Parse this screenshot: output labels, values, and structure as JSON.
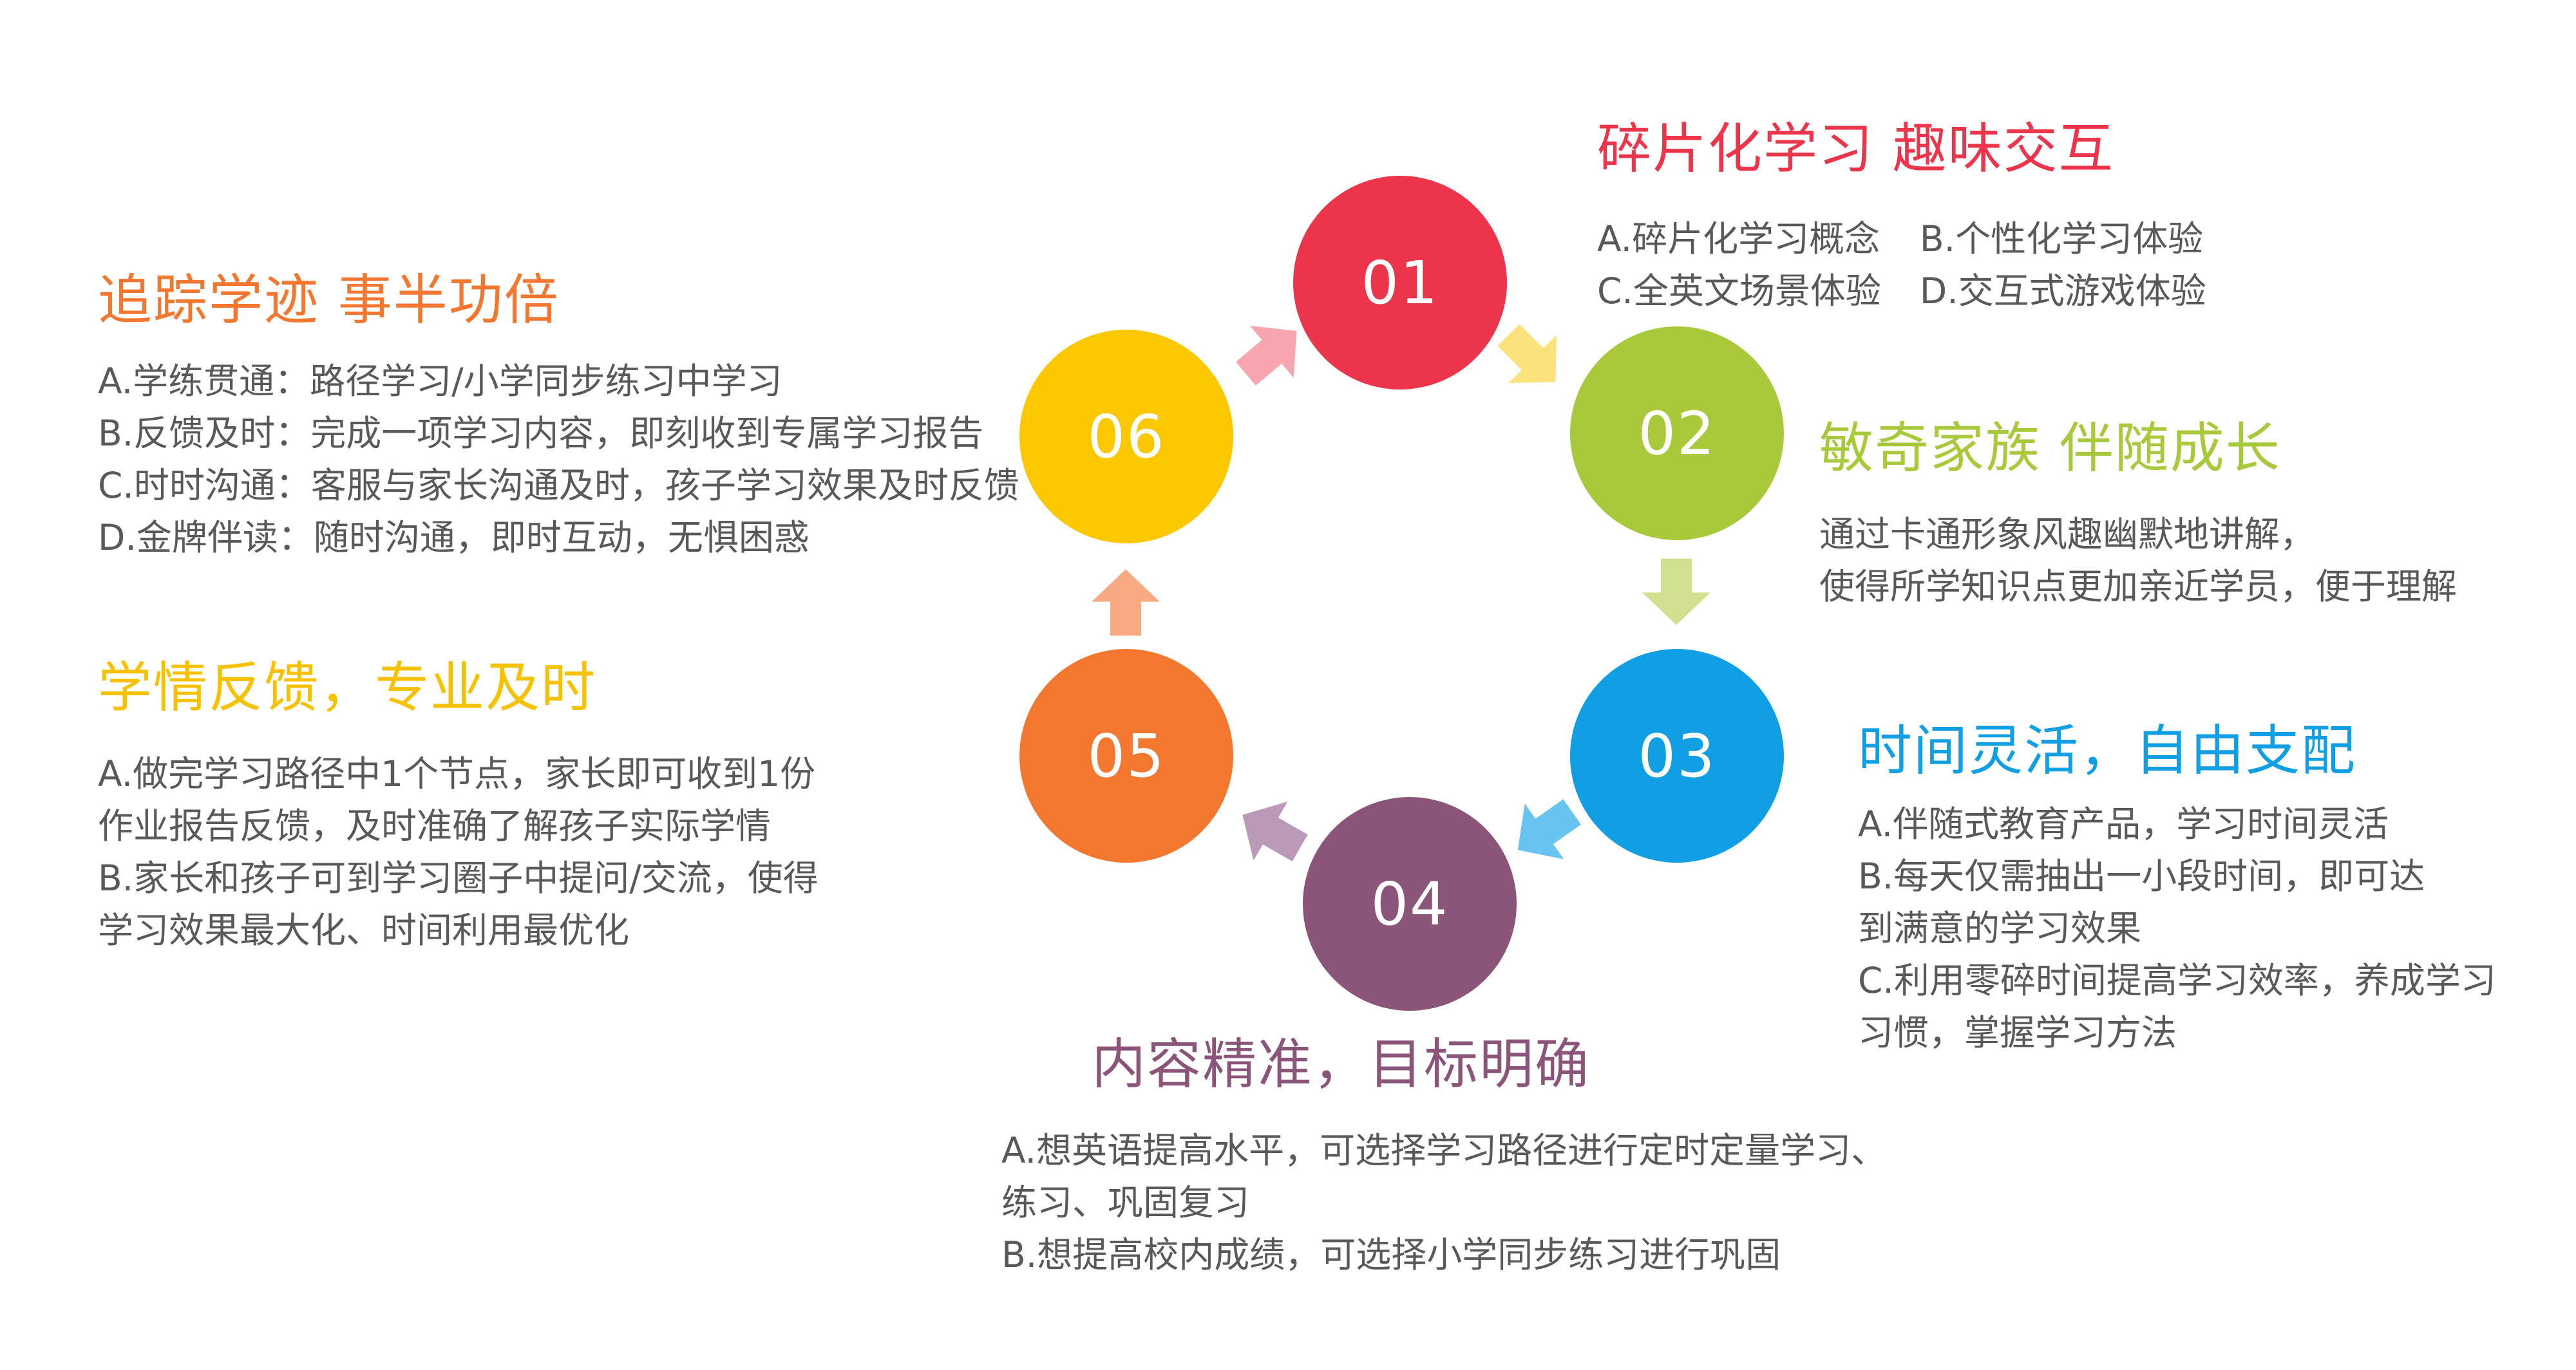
{
  "steps": [
    {
      "number": "01",
      "title": "碎片化学习 趣味交互",
      "color": "#ec344a",
      "items": [
        "A.碎片化学习概念",
        "B.个性化学习体验",
        "C.全英文场景体验",
        "D.交互式游戏体验"
      ]
    },
    {
      "number": "02",
      "title": "敏奇家族 伴随成长",
      "color": "#a8c93a",
      "items": [
        "通过卡通形象风趣幽默地讲解，",
        "使得所学知识点更加亲近学员，便于理解"
      ]
    },
    {
      "number": "03",
      "title": "时间灵活，自由支配",
      "color": "#109ee5",
      "items": [
        "A.伴随式教育产品，学习时间灵活",
        "B.每天仅需抽出一小段时间，即可达",
        "到满意的学习效果",
        "C.利用零碎时间提高学习效率，养成学习",
        "习惯，掌握学习方法"
      ]
    },
    {
      "number": "04",
      "title": "内容精准，目标明确",
      "color": "#8a5579",
      "items": [
        "A.想英语提高水平，可选择学习路径进行定时定量学习、",
        "练习、巩固复习",
        "B.想提高校内成绩，可选择小学同步练习进行巩固"
      ]
    },
    {
      "number": "05",
      "title": "学情反馈，专业及时",
      "color": "#f47730",
      "title_color": "#f7c100",
      "items": [
        "A.做完学习路径中1个节点，家长即可收到1份",
        "作业报告反馈，及时准确了解孩子实际学情",
        "B.家长和孩子可到学习圈子中提问/交流，使得",
        "学习效果最大化、时间利用最优化"
      ]
    },
    {
      "number": "06",
      "title": "追踪学迹 事半功倍",
      "color": "#fbc800",
      "title_color": "#f47730",
      "items": [
        "A.学练贯通：路径学习/小学同步练习中学习",
        "B.反馈及时：完成一项学习内容，即刻收到专属学习报告",
        "C.时时沟通：客服与家长沟通及时，孩子学习效果及时反馈",
        "D.金牌伴读：随时沟通，即时互动，无惧困惑"
      ]
    }
  ],
  "arrow_colors": {
    "a1": "#fbe27a",
    "a2": "#cfe08f",
    "a3": "#68c4f0",
    "a4": "#bb9ab8",
    "a5": "#f7a982",
    "a6": "#f7a6b0"
  }
}
